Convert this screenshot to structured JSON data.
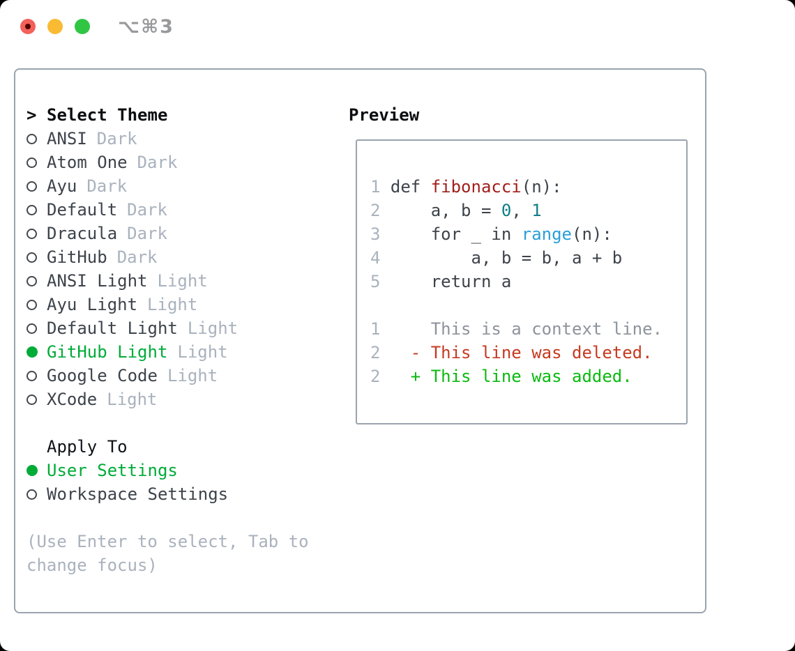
{
  "titlebar": {
    "title": "⌥⌘3"
  },
  "panel": {
    "select_header": {
      "prompt": ">",
      "label": "Select Theme"
    },
    "themes": [
      {
        "name": "ANSI",
        "tag": "Dark",
        "selected": false
      },
      {
        "name": "Atom One",
        "tag": "Dark",
        "selected": false
      },
      {
        "name": "Ayu",
        "tag": "Dark",
        "selected": false
      },
      {
        "name": "Default",
        "tag": "Dark",
        "selected": false
      },
      {
        "name": "Dracula",
        "tag": "Dark",
        "selected": false
      },
      {
        "name": "GitHub",
        "tag": "Dark",
        "selected": false
      },
      {
        "name": "ANSI Light",
        "tag": "Light",
        "selected": false
      },
      {
        "name": "Ayu Light",
        "tag": "Light",
        "selected": false
      },
      {
        "name": "Default Light",
        "tag": "Light",
        "selected": false
      },
      {
        "name": "GitHub Light",
        "tag": "Light",
        "selected": true
      },
      {
        "name": "Google Code",
        "tag": "Light",
        "selected": false
      },
      {
        "name": "XCode",
        "tag": "Light",
        "selected": false
      }
    ],
    "apply_to": {
      "header": "Apply To",
      "options": [
        {
          "name": "User Settings",
          "selected": true
        },
        {
          "name": "Workspace Settings",
          "selected": false
        }
      ]
    },
    "hint": [
      "(Use Enter to select, Tab to",
      "change focus)"
    ]
  },
  "preview": {
    "title": "Preview",
    "code_lines": [
      {
        "num": "1",
        "tokens": [
          {
            "text": "def ",
            "cls": "code"
          },
          {
            "text": "fibonacci",
            "cls": "func"
          },
          {
            "text": "(n):",
            "cls": "code"
          }
        ]
      },
      {
        "num": "2",
        "tokens": [
          {
            "text": "    a, b = ",
            "cls": "code"
          },
          {
            "text": "0",
            "cls": "num"
          },
          {
            "text": ", ",
            "cls": "code"
          },
          {
            "text": "1",
            "cls": "num"
          }
        ]
      },
      {
        "num": "3",
        "tokens": [
          {
            "text": "    for _ in ",
            "cls": "code"
          },
          {
            "text": "range",
            "cls": "builtin"
          },
          {
            "text": "(n):",
            "cls": "code"
          }
        ]
      },
      {
        "num": "4",
        "tokens": [
          {
            "text": "        a, b = b, a + b",
            "cls": "code"
          }
        ]
      },
      {
        "num": "5",
        "tokens": [
          {
            "text": "    return a",
            "cls": "code"
          }
        ]
      }
    ],
    "diff_lines": [
      {
        "num": "1",
        "prefix": "     ",
        "text": "This is a context line.",
        "kind": "context"
      },
      {
        "num": "2",
        "prefix": "   - ",
        "text": "This line was deleted.",
        "kind": "deleted"
      },
      {
        "num": "2",
        "prefix": "   + ",
        "text": "This line was added.",
        "kind": "added"
      }
    ]
  },
  "colors": {
    "accent_green": "#00ab38",
    "diff_added": "#0cba11",
    "diff_deleted": "#c63a21",
    "syntax_function_red": "#a21f1b",
    "syntax_builtin_blue": "#2b9fd8",
    "syntax_number_teal": "#0f7e86",
    "muted_gray": "#a9b2bd",
    "context_gray": "#8d939c",
    "text_dark": "#3d434b",
    "border_gray": "#9aa3ae",
    "traffic_red": "#f4605a",
    "traffic_yellow": "#f9bb33",
    "traffic_green": "#31c544"
  }
}
